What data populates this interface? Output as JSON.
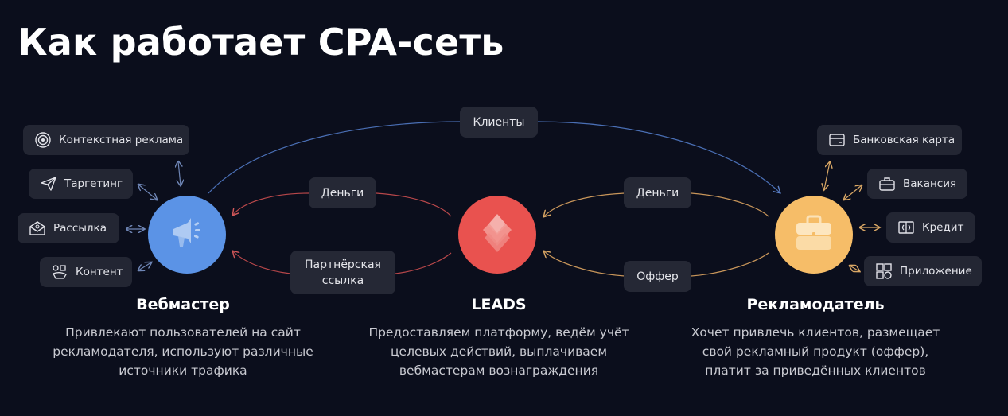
{
  "title": "Как работает CPA-сеть",
  "flows": {
    "clients": "Клиенты",
    "money_left": "Деньги",
    "partner_link_line1": "Партнёрская",
    "partner_link_line2": "ссылка",
    "money_right": "Деньги",
    "offer": "Оффер"
  },
  "webmaster": {
    "name": "Вебмастер",
    "description": [
      "Привлекают пользователей на сайт",
      "рекламодателя, используют различные",
      "источники трафика"
    ],
    "color": "#5b93e6",
    "icon": "megaphone-icon",
    "sources": [
      {
        "label": "Контекстная реклама",
        "icon": "target-icon"
      },
      {
        "label": "Таргетинг",
        "icon": "paper-plane-icon"
      },
      {
        "label": "Рассылка",
        "icon": "email-icon"
      },
      {
        "label": "Контент",
        "icon": "content-icon"
      }
    ]
  },
  "leads": {
    "name": "LEADS",
    "description": [
      "Предоставляем платформу, ведём учёт",
      "целевых действий, выплачиваем",
      "вебмастерам вознаграждения"
    ],
    "color": "#e9524f",
    "icon": "leads-logo-icon"
  },
  "advertiser": {
    "name": "Рекламодатель",
    "description": [
      "Хочет привлечь клиентов, размещает",
      "свой рекламный продукт (оффер),",
      "платит за приведённых клиентов"
    ],
    "color": "#f6bd68",
    "icon": "briefcase-icon",
    "products": [
      {
        "label": "Банковская карта",
        "icon": "credit-card-icon"
      },
      {
        "label": "Вакансия",
        "icon": "toolbox-icon"
      },
      {
        "label": "Кредит",
        "icon": "money-icon"
      },
      {
        "label": "Приложение",
        "icon": "apps-grid-icon"
      }
    ]
  },
  "colors": {
    "background": "#0b0e1c",
    "pill": "#252835",
    "blue_line": "#4a6fb5",
    "red_line": "#b8474a",
    "orange_line": "#c9965a"
  }
}
